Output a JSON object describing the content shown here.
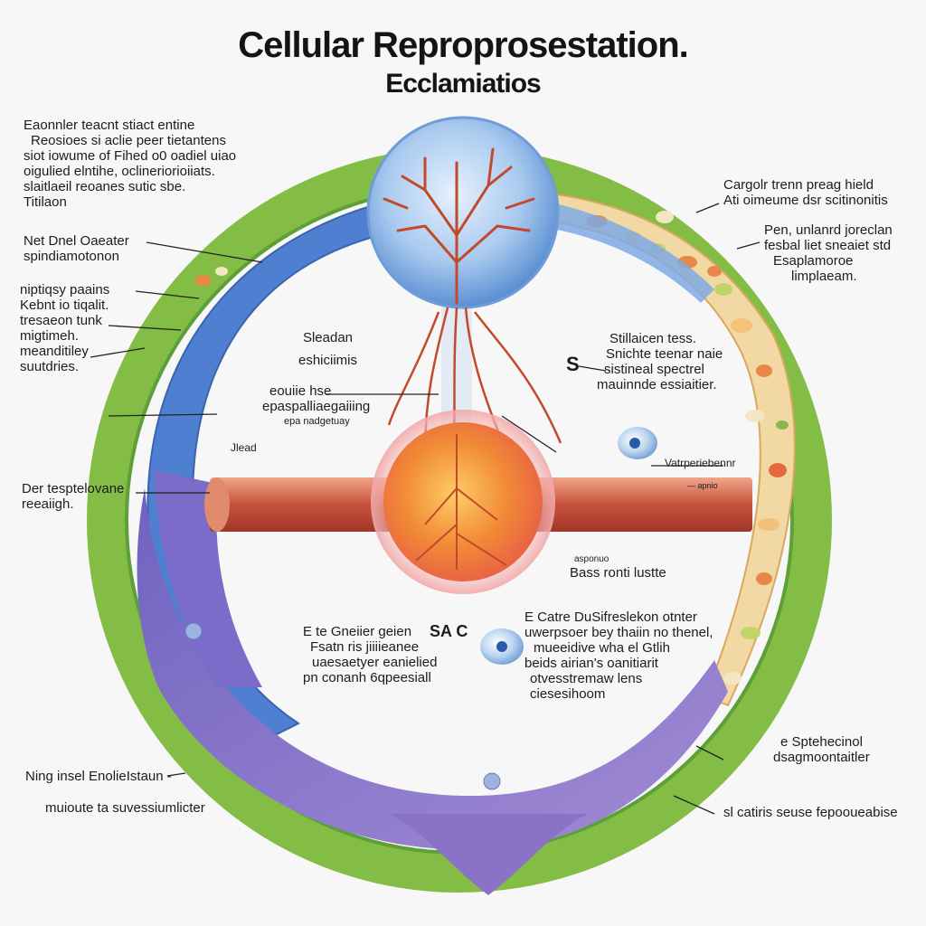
{
  "title": "Cellular Reproprosestation.",
  "subtitle": "Ecclamiatios",
  "labels": {
    "top_left": [
      "Eaonnler teacnt stiact entine",
      "Reosioes si aclie peer tietantens",
      "siot iowume of Fihed o0 oadiel uiao",
      "oigulied elntihe, oclineriorioiiats.",
      "slaitlaeil reoanes sutic sbe.",
      "Titilaon"
    ],
    "net_dnel": [
      "Net Dnel  Oaeater",
      "spindiamotonon"
    ],
    "left_mid": [
      "niptiqsy paains",
      "Kebnt io tiqalit.",
      "tresaeon tunk",
      "migtimeh.",
      "meanditiley",
      "suutdries."
    ],
    "left_lower": [
      "Der tesptelovane",
      "reeaiigh."
    ],
    "bottom_left_1": "Ning insel EnolieIstaun -",
    "bottom_left_2": "muioute ta suvessiumlicter",
    "top_right": [
      "Cargolr trenn preag hield",
      "Ati oimeume dsr scitinonitis"
    ],
    "right_upper": [
      "Pen, unlanrd joreclan",
      "fesbal liet sneaiet std",
      "Esaplamoroe",
      "limplaeam."
    ],
    "right_mid": [
      "Stillaicen tess.",
      "Snichte teenar naie",
      "sistineal spectrel",
      "mauinnde  essiaitier."
    ],
    "s_letter": "S",
    "sheadan": [
      "Sleadan",
      "eshiciimis"
    ],
    "epas": [
      "eouiie hse",
      "epaspalliaegaiiing",
      "epa nadgetuay"
    ],
    "small_near": "Jlead",
    "nepanoer": "Vatrperiebennr",
    "apon": "asponuo",
    "base_rondi": "Bass ronti lustte",
    "e_cluster_1": [
      "E   te Gneiier geien",
      "Fsatn ris jiiiieanee",
      "uaesaetyer eanielied",
      "pn conanh 6qpeesiall"
    ],
    "c_letter": "SA C",
    "e_cluster_2": [
      "E     Catre DuSifreslekon otnter",
      "uwerpsoer bey thaiin no thenel,",
      "mueeidive wha el Gtlih",
      "beids airian's oanitiarit",
      "otvesstremaw lens",
      "ciesesihoom"
    ],
    "right_low": [
      "e Sptehecinol",
      "dsagmoontaitler"
    ],
    "bottom_right": "sl catiris seuse fepooueabise",
    "small_right": "— apnio"
  },
  "colors": {
    "ring_outer": "#84bd45",
    "ring_inner": "#5da03a",
    "blue_band": "#4f7fd0",
    "purple_band": "#8a72c6",
    "sphere_top": "#9fc4ee",
    "sphere_bottom": "#f59a3c",
    "bar": "#c7523a",
    "vessels": "#c24a2c",
    "label_line": "#222222"
  }
}
